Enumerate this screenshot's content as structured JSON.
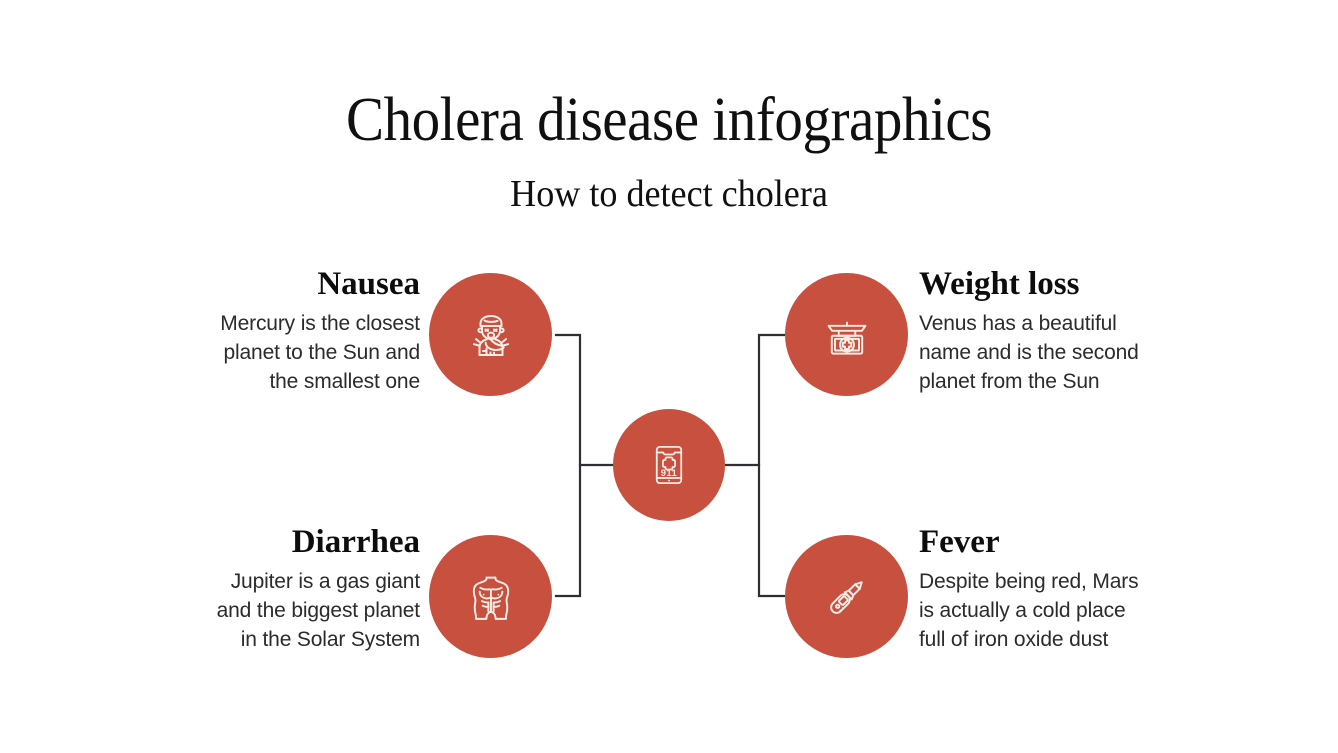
{
  "theme": {
    "accent_color": "#C8503E",
    "icon_color": "#F7EDE6",
    "line_color": "#2e2e35",
    "background_color": "#FFFFFF",
    "heading_color": "#0D0D0D",
    "body_color": "#2B2B2B"
  },
  "header": {
    "title": "Cholera disease infographics",
    "subtitle": "How to detect cholera"
  },
  "center": {
    "icon_name": "emergency-phone-911-icon",
    "icon_label": "911"
  },
  "nodes": [
    {
      "id": "nausea",
      "heading": "Nausea",
      "body_lines": [
        "Mercury is the closest",
        "planet to the Sun and",
        "the smallest one"
      ],
      "body_text": "Mercury is the closest planet to the Sun and the smallest one",
      "icon_name": "vomiting-person-icon",
      "side": "left"
    },
    {
      "id": "diarrhea",
      "heading": "Diarrhea",
      "body_lines": [
        "Jupiter is a gas giant",
        "and the biggest planet",
        "in the Solar System"
      ],
      "body_text": "Jupiter is a gas giant and the biggest planet in the Solar System",
      "icon_name": "abdomen-torso-icon",
      "side": "left"
    },
    {
      "id": "weightloss",
      "heading": "Weight loss",
      "body_lines": [
        "Venus has a beautiful",
        "name and is the second",
        "planet from the Sun"
      ],
      "body_text": "Venus has a beautiful name and is the second planet from the Sun",
      "icon_name": "medical-scale-icon",
      "side": "right"
    },
    {
      "id": "fever",
      "heading": "Fever",
      "body_lines": [
        "Despite being red, Mars",
        "is actually a cold place",
        "full of iron oxide dust"
      ],
      "body_text": "Despite being red, Mars is actually a cold place full of iron oxide dust",
      "icon_name": "thermometer-icon",
      "side": "right"
    }
  ]
}
